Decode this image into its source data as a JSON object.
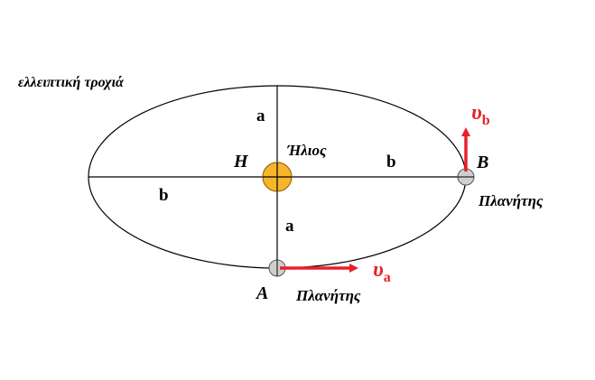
{
  "diagram": {
    "orbit_label": "ελλειπτική τροχιά",
    "semi_axis_a_upper": "a",
    "semi_axis_a_lower": "a",
    "semi_axis_b_left": "b",
    "semi_axis_b_right": "b",
    "sun_letter": "H",
    "sun_name": "Ήλιος",
    "point_a_letter": "A",
    "point_b_letter": "B",
    "planet_at_a": "Πλανήτης",
    "planet_at_b": "Πλανήτης",
    "velocity_a_symbol": "υ",
    "velocity_a_subscript": "a",
    "velocity_b_symbol": "υ",
    "velocity_b_subscript": "b"
  },
  "colors": {
    "sun_fill": "#f7b52c",
    "sun_stroke": "#9a6a10",
    "planet_fill": "#cfcfcf",
    "arrow": "#e8202a",
    "velocity_text": "#e8202a",
    "line": "#000000"
  }
}
